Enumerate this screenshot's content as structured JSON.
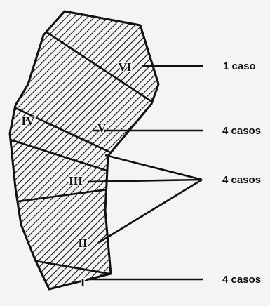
{
  "regions": [
    {
      "id": "VI",
      "label": "VI"
    },
    {
      "id": "V",
      "label": "V"
    },
    {
      "id": "IV",
      "label": "IV"
    },
    {
      "id": "III",
      "label": "III"
    },
    {
      "id": "II",
      "label": "II"
    },
    {
      "id": "I",
      "label": "I"
    }
  ],
  "annotations": [
    {
      "id": "a1",
      "text": "1 caso",
      "targets": [
        "VI"
      ]
    },
    {
      "id": "a2",
      "text": "4 casos",
      "targets": [
        "V"
      ]
    },
    {
      "id": "a3",
      "text": "4 casos",
      "targets": [
        "IV",
        "III",
        "II"
      ]
    },
    {
      "id": "a4",
      "text": "4 casos",
      "targets": [
        "I"
      ]
    }
  ],
  "colors": {
    "ink": "#111111",
    "paper": "#f4f4f2"
  }
}
